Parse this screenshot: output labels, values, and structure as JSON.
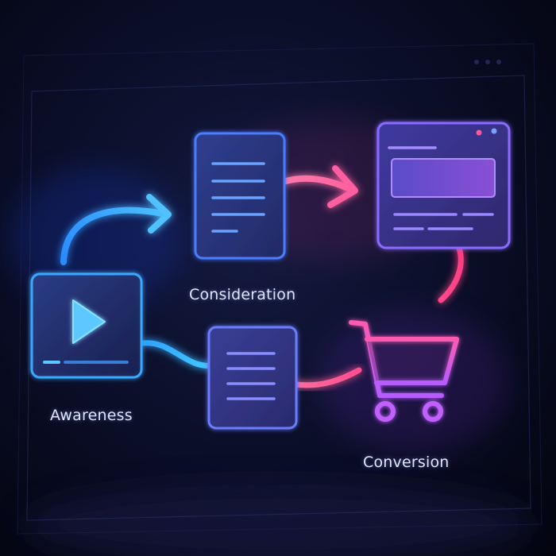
{
  "diagram": {
    "kind": "marketing-funnel-flow",
    "stages": [
      {
        "id": "awareness",
        "label": "Awareness",
        "icon": "video-play-icon",
        "color": "#3fb6ff"
      },
      {
        "id": "consideration",
        "label": "Consideration",
        "icon": "document-icon",
        "color": "#5a8dff"
      },
      {
        "id": "conversion",
        "label": "Conversion",
        "icon": "shopping-cart-icon",
        "color": "#c65cff"
      }
    ],
    "nodes": [
      {
        "id": "video-card",
        "icon": "video-play-icon",
        "stage": "awareness"
      },
      {
        "id": "document-card-top",
        "icon": "document-icon",
        "stage": "consideration"
      },
      {
        "id": "document-card-bottom",
        "icon": "document-icon",
        "stage": "consideration"
      },
      {
        "id": "browser-window",
        "icon": "browser-window-icon",
        "stage": "conversion"
      },
      {
        "id": "shopping-cart",
        "icon": "shopping-cart-icon",
        "stage": "conversion"
      }
    ],
    "connectors": [
      {
        "from": "video-card",
        "to": "document-card-top",
        "style": "arrow",
        "color": "#3aa8ff"
      },
      {
        "from": "document-card-top",
        "to": "browser-window",
        "style": "arrow",
        "color": "#ff6fa8"
      },
      {
        "from": "browser-window",
        "to": "shopping-cart",
        "style": "line",
        "color": "#ff3f86"
      },
      {
        "from": "video-card",
        "to": "document-card-bottom",
        "style": "line",
        "color": "#37b7ff"
      },
      {
        "from": "document-card-bottom",
        "to": "shopping-cart",
        "style": "line",
        "color": "#ff5a9a"
      }
    ],
    "colors": {
      "background": "#070a1c",
      "blue_glow": "#3aa8ff",
      "pink_glow": "#ff5a9a",
      "purple_glow": "#b05cff",
      "label_text": "#dfe4ff"
    }
  }
}
